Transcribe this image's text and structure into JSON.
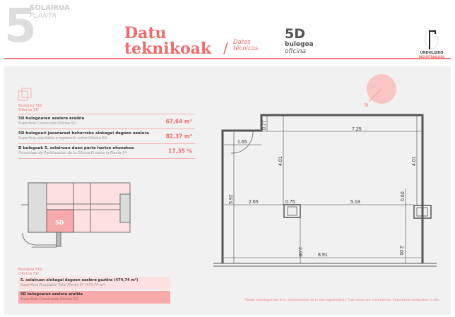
{
  "header": {
    "floor_number": "5",
    "floor_eu": "SOLAIRUA",
    "floor_es": "PLANTA",
    "title_line1": "Datu",
    "title_line2": "teknikoak",
    "separator": "/",
    "subtitle_line1": "Datos",
    "subtitle_line2": "técnicos",
    "unit_code": "5D",
    "unit_eu": "bulegoa",
    "unit_es": "oficina",
    "logo_line1": "URDULIZKO",
    "logo_line2": "INDUSTRIALDEA"
  },
  "info": {
    "label_eu": "Bulegoa 5D/",
    "label_es": "Oficina 5D",
    "rows": [
      {
        "eu": "5D bulegoaren azalera eraikia",
        "es": "Superficie Construida Oficina 5D",
        "value": "67,64 m²"
      },
      {
        "eu": "5D bulegoari jasanarazi beharreko alokagai dagoen azalera",
        "es": "Superficie alquilable a repercutir sobre Oficina 5D",
        "value": "82,37 m²"
      },
      {
        "eu": "D bulegoak 5. solairuan duen parte hartze ehunekoa",
        "es": "Porcentaje de Participación de la Oficina D sobre la Planta 5ª",
        "value": "17,35 %"
      }
    ]
  },
  "keyplan": {
    "unit_label": "5D",
    "label_eu": "Bulegoa 5D/",
    "label_es": "Oficina 5D",
    "legend": [
      {
        "eu": "5. solairuan alokagai dagoen azalera guztira (474,74 m²)",
        "es": "Superficie Alquilable Total Planta 5ª (474,74 m²)",
        "color": "#fde0e0"
      },
      {
        "eu": "5D bulegoaren azalera eraikia",
        "es": "Superficie Construida Oficina 5D",
        "color": "#f8a9a9"
      }
    ]
  },
  "plan": {
    "north": "N",
    "dims": {
      "d077": "0.77",
      "d725": "7.25",
      "d165": "1.65",
      "d401a": "4.01",
      "d401b": "4.01",
      "d592": "5.92",
      "d265": "2.65",
      "d075": "0.75",
      "d518": "5.18",
      "d060": "0.60",
      "d208": "2.08",
      "d206": "2.06",
      "d891": "8.91"
    }
  },
  "footer_note": "*Kotak orientagarriak dira. Gomentatzeu da in situ egiaztatzea / *Las cotas son orientativas. Importante comprobar in situ"
}
